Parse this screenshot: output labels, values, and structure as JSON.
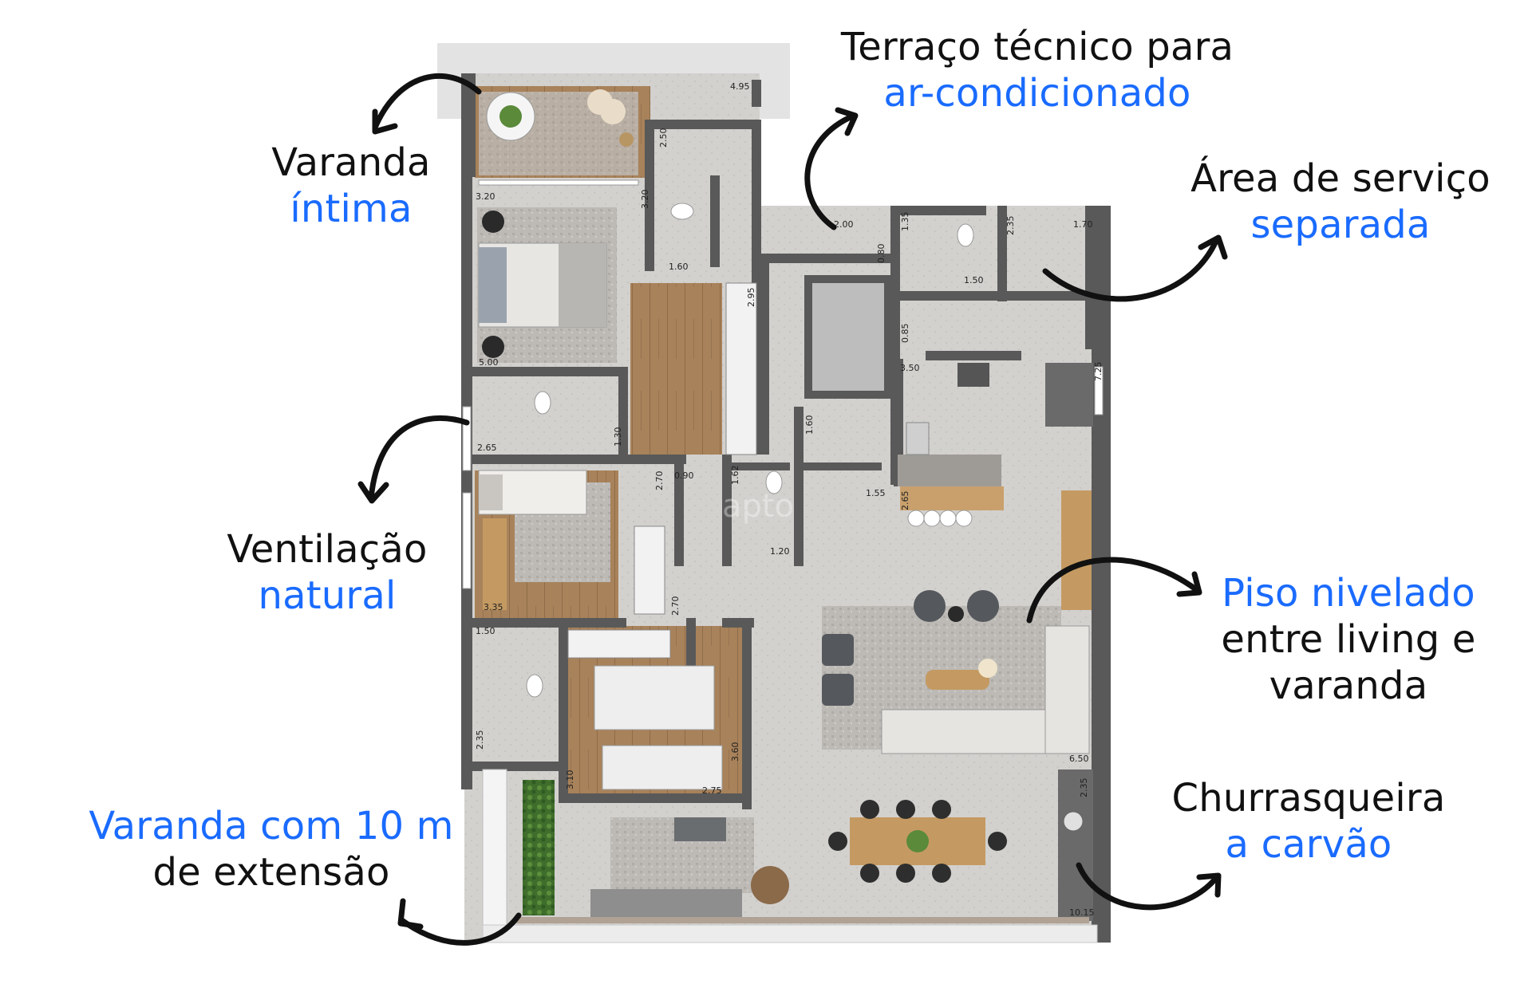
{
  "callouts": {
    "varanda_intima": {
      "line1": "Varanda",
      "line2": "íntima"
    },
    "terraco_tecnico": {
      "line1": "Terraço técnico para",
      "line2": "ar-condicionado"
    },
    "area_servico": {
      "line1": "Área de serviço",
      "line2": "separada"
    },
    "ventilacao": {
      "line1": "Ventilação",
      "line2": "natural"
    },
    "piso_nivelado": {
      "line1": "Piso nivelado",
      "line2": "entre living e",
      "line3": "varanda"
    },
    "churrasqueira": {
      "line1": "Churrasqueira",
      "line2": "a carvão"
    },
    "varanda_10m": {
      "line1": "Varanda com 10 m",
      "line2": "de extensão"
    }
  },
  "plan_dimensions": {
    "d1": "4.95",
    "d2": "2.50",
    "d3": "3.20",
    "d4": "3.20",
    "d5": "1.60",
    "d6": "5.00",
    "d7": "2.95",
    "d8": "2.00",
    "d9": "0.80",
    "d10": "1.35",
    "d11": "1.50",
    "d12": "2.35",
    "d13": "1.70",
    "d14": "0.85",
    "d15": "3.50",
    "d16": "7.25",
    "d17": "1.30",
    "d18": "2.65",
    "d19": "1.60",
    "d20": "2.70",
    "d21": "0.90",
    "d22": "1.62",
    "d23": "1.55",
    "d24": "2.65",
    "d25": "1.20",
    "d26": "3.35",
    "d27": "2.70",
    "d28": "1.50",
    "d29": "2.35",
    "d30": "3.60",
    "d31": "3.10",
    "d32": "2.75",
    "d33": "6.50",
    "d34": "2.35",
    "d35": "10.15"
  },
  "watermark": "apto",
  "colors": {
    "text_dark": "#111111",
    "text_blue": "#1a6bff",
    "wall": "#5a5a5a",
    "floor_stone": "#d4d2cf",
    "floor_wood": "#a9825a",
    "arrow": "#111111"
  }
}
